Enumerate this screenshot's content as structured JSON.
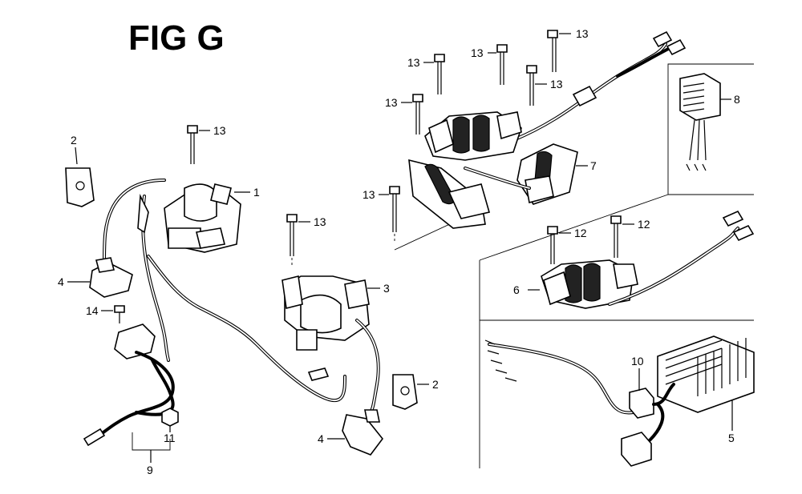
{
  "figure": {
    "title": "FIG G"
  },
  "callouts": [
    {
      "id": "c13a",
      "text": "13"
    },
    {
      "id": "c13b",
      "text": "13"
    },
    {
      "id": "c13c",
      "text": "13"
    },
    {
      "id": "c13d",
      "text": "13"
    },
    {
      "id": "c13e",
      "text": "13"
    },
    {
      "id": "c13f",
      "text": "13"
    },
    {
      "id": "c13g",
      "text": "13"
    },
    {
      "id": "c13h",
      "text": "13"
    },
    {
      "id": "c8",
      "text": "8"
    },
    {
      "id": "c7",
      "text": "7"
    },
    {
      "id": "c12a",
      "text": "12"
    },
    {
      "id": "c12b",
      "text": "12"
    },
    {
      "id": "c6",
      "text": "6"
    },
    {
      "id": "c2a",
      "text": "2"
    },
    {
      "id": "c1",
      "text": "1"
    },
    {
      "id": "c4a",
      "text": "4"
    },
    {
      "id": "c14",
      "text": "14"
    },
    {
      "id": "c3",
      "text": "3"
    },
    {
      "id": "c2b",
      "text": "2"
    },
    {
      "id": "c4b",
      "text": "4"
    },
    {
      "id": "c10",
      "text": "10"
    },
    {
      "id": "c5",
      "text": "5"
    },
    {
      "id": "c11",
      "text": "11"
    },
    {
      "id": "c9",
      "text": "9"
    }
  ]
}
